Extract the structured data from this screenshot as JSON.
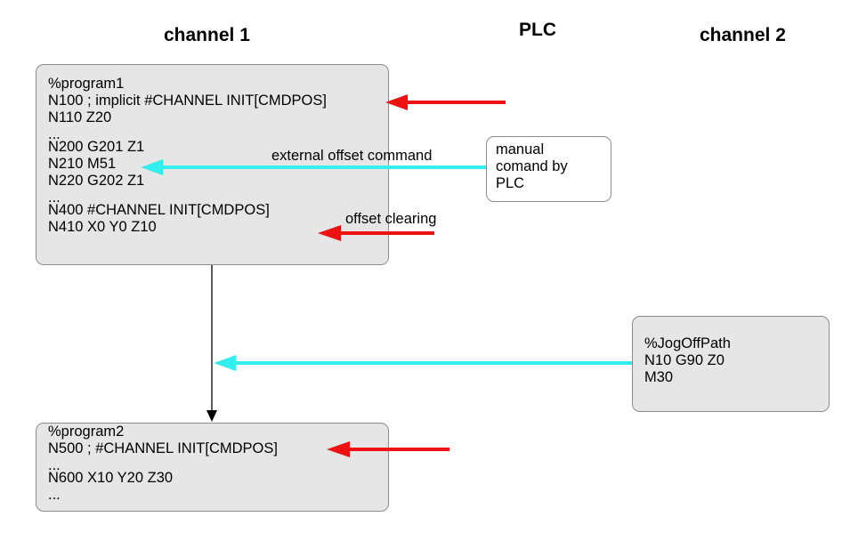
{
  "headings": {
    "channel1": "channel 1",
    "plc": "PLC",
    "channel2": "channel 2"
  },
  "program1": {
    "lines": [
      "%program1",
      "N100 ; implicit #CHANNEL INIT[CMDPOS]",
      "N110 Z20",
      "...",
      "N200 G201 Z1",
      "N210 M51",
      "N220 G202 Z1",
      "...",
      "N400 #CHANNEL INIT[CMDPOS]",
      "N410 X0 Y0 Z10"
    ]
  },
  "plc_box": {
    "lines": [
      "manual",
      "comand by",
      "PLC"
    ]
  },
  "jog": {
    "lines": [
      "%JogOffPath",
      "N10 G90 Z0",
      "M30"
    ]
  },
  "program2": {
    "lines": [
      "%program2",
      "N500 ; #CHANNEL INIT[CMDPOS]",
      "...",
      "N600 X10 Y20 Z30",
      "..."
    ]
  },
  "labels": {
    "external_offset": "external offset command",
    "offset_clearing": "offset clearing"
  },
  "colors": {
    "red_arrow": "#ee1111",
    "cyan_arrow": "#33eeee",
    "box_fill": "#e6e6e6",
    "box_border": "#8c8c8c"
  }
}
